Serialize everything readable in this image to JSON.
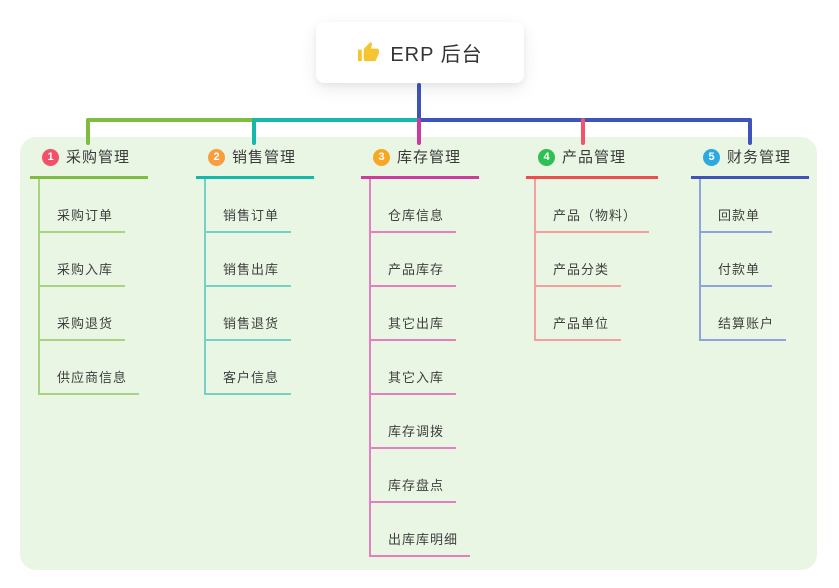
{
  "root": {
    "title": "ERP 后台",
    "icon": "thumbs-up-icon",
    "icon_color": "#f6c331"
  },
  "colors": {
    "panel_bg": "#eaf6e4",
    "root_connector": "#3e54bb",
    "bus_left": "#7fbc40",
    "bus_mid": "#16b8ab",
    "bus_right": "#3e54bb",
    "drop_colors": [
      "#7fbc40",
      "#16b8ab",
      "#cd3b9e",
      "#f3536b",
      "#3e54bb"
    ]
  },
  "branches": [
    {
      "number": "1",
      "title": "采购管理",
      "badge_color": "#f3506a",
      "line_color": "#7fbc40",
      "child_line_color": "#a8d382",
      "children": [
        "采购订单",
        "采购入库",
        "采购退货",
        "供应商信息"
      ]
    },
    {
      "number": "2",
      "title": "销售管理",
      "badge_color": "#fa9d3f",
      "line_color": "#16b8ab",
      "child_line_color": "#76d0c6",
      "children": [
        "销售订单",
        "销售出库",
        "销售退货",
        "客户信息"
      ]
    },
    {
      "number": "3",
      "title": "库存管理",
      "badge_color": "#f6a723",
      "line_color": "#cd3b9e",
      "child_line_color": "#e67fc0",
      "children": [
        "仓库信息",
        "产品库存",
        "其它出库",
        "其它入库",
        "库存调拨",
        "库存盘点",
        "出库库明细"
      ]
    },
    {
      "number": "4",
      "title": "产品管理",
      "badge_color": "#2fc053",
      "line_color": "#ef4c4d",
      "child_line_color": "#f49fa0",
      "children": [
        "产品（物料）",
        "产品分类",
        "产品单位"
      ]
    },
    {
      "number": "5",
      "title": "财务管理",
      "badge_color": "#2ea9e0",
      "line_color": "#3e54bb",
      "child_line_color": "#90a4dc",
      "children": [
        "回款单",
        "付款单",
        "结算账户"
      ]
    }
  ]
}
